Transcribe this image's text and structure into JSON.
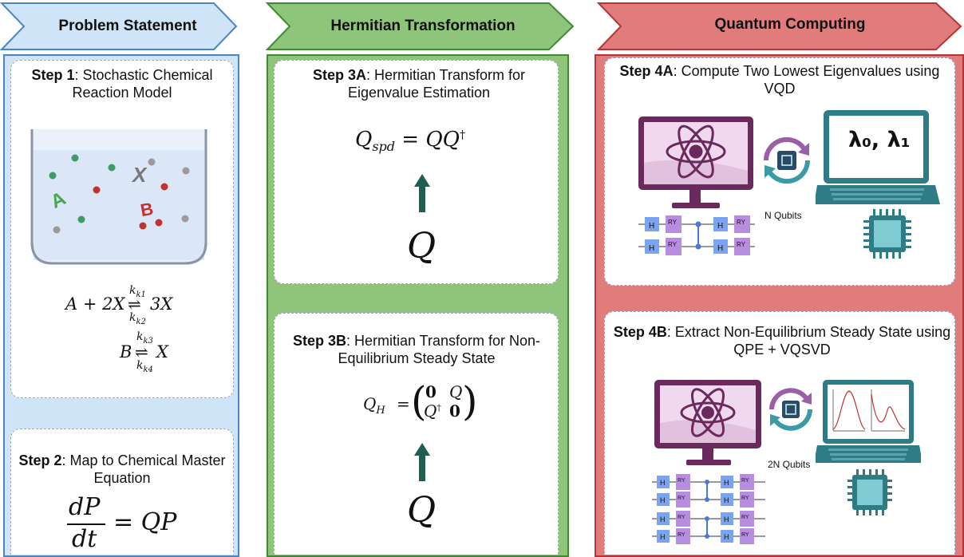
{
  "headers": {
    "problem": "Problem Statement",
    "hermitian": "Hermitian Transformation",
    "quantum": "Quantum Computing"
  },
  "step1": {
    "label": "Step 1",
    "text": ": Stochastic Chemical Reaction Model"
  },
  "beaker": {
    "species_A": "A",
    "species_B": "B",
    "species_X": "X"
  },
  "reactions": {
    "r1_lhs": "A + 2X",
    "r1_rhs": "3X",
    "r1_kf": "k1",
    "r1_kr": "k2",
    "r2_lhs": "B",
    "r2_rhs": "X",
    "r2_kf": "k3",
    "r2_kr": "k4"
  },
  "step2": {
    "label": "Step 2",
    "text": ": Map to Chemical Master Equation"
  },
  "cme": {
    "numerator": "dP",
    "denominator": "dt",
    "rhs": "= QP"
  },
  "step3a": {
    "label": "Step 3A",
    "text": ": Hermitian Transform for Eigenvalue Estimation"
  },
  "eq3a": {
    "lhs": "Q",
    "lhs_sub": "spd",
    "rhs": "= QQ",
    "dagger": "†"
  },
  "q_symbol": "Q",
  "step3b": {
    "label": "Step 3B",
    "text": ": Hermitian Transform for Non-Equilibrium Steady State"
  },
  "eq3b": {
    "lhs": "Q",
    "lhs_sub": "H",
    "equals": "=",
    "m11": "0",
    "m12": "Q",
    "m21": "Q",
    "m21_dagger": "†",
    "m22": "0"
  },
  "step4a": {
    "label": "Step 4A",
    "text": ": Compute Two Lowest Eigenvalues using VQD"
  },
  "eigenvalues": "λ₀, λ₁",
  "qubits_a": "N Qubits",
  "step4b": {
    "label": "Step 4B",
    "text": ": Extract Non-Equilibrium Steady State using QPE + VQSVD"
  },
  "qubits_b": "2N Qubits",
  "gates": {
    "h": "H",
    "ry": "RY"
  },
  "colors": {
    "blue_bg": "#cfe4f6",
    "blue_border": "#4a86c6",
    "green_bg": "#8fc57a",
    "green_border": "#3f8a33",
    "red_bg": "#e07c7c",
    "red_border": "#b83434",
    "monitor": "#6b2a5e",
    "laptop": "#2e7d86"
  }
}
